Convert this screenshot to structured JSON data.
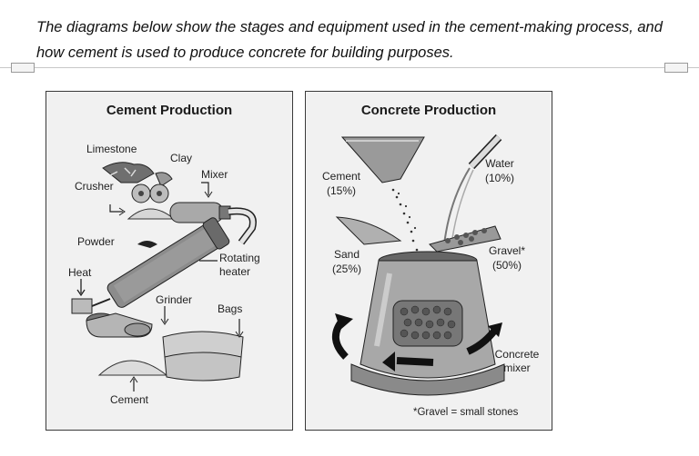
{
  "intro_text": "The diagrams below show the stages and equipment used in the cement-making process, and how cement is used to produce concrete for building purposes.",
  "cement_panel": {
    "title": "Cement Production",
    "labels": {
      "limestone": "Limestone",
      "clay": "Clay",
      "crusher": "Crusher",
      "mixer": "Mixer",
      "powder": "Powder",
      "heat": "Heat",
      "rotating_heater": "Rotating heater",
      "grinder": "Grinder",
      "bags": "Bags",
      "cement": "Cement"
    }
  },
  "concrete_panel": {
    "title": "Concrete Production",
    "labels": {
      "cement": "Cement",
      "cement_pct": "(15%)",
      "water": "Water",
      "water_pct": "(10%)",
      "sand": "Sand",
      "sand_pct": "(25%)",
      "gravel": "Gravel*",
      "gravel_pct": "(50%)",
      "concrete_mixer": "Concrete mixer"
    },
    "footnote": "*Gravel = small stones"
  }
}
